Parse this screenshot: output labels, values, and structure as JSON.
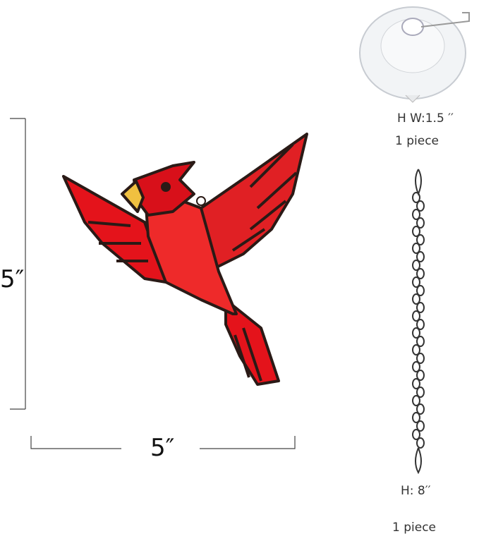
{
  "product": {
    "height_label": "5″",
    "width_label": "5″",
    "suction_cup": {
      "size_label": "H W:1.5 ′′",
      "quantity_label": "1 piece"
    },
    "chain": {
      "size_label": "H: 8′′",
      "quantity_label": "1 piece"
    }
  },
  "colors": {
    "cardinal_red": "#e4131b",
    "lead_line": "#2a1a16",
    "beak": "#f0c040"
  }
}
